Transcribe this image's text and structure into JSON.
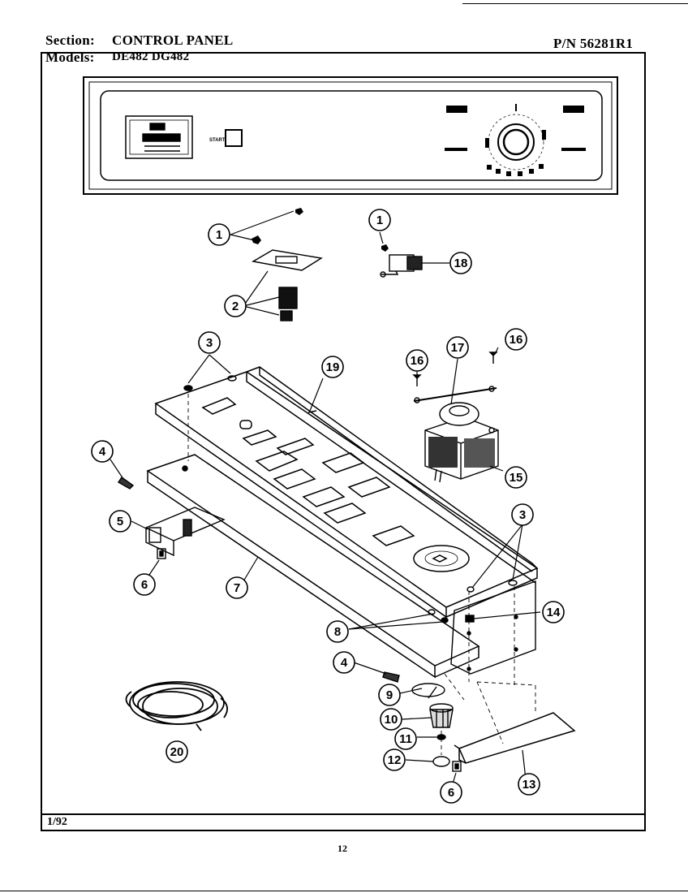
{
  "header": {
    "section_label": "Section:",
    "section_value": "CONTROL PANEL",
    "models_label": "Models:",
    "models_value": "DE482  DG482",
    "part_number": "P/N 56281R1"
  },
  "footer": {
    "date": "1/92",
    "page": "12"
  },
  "panel": {
    "start_label": "START"
  },
  "callouts": [
    "1",
    "1",
    "2",
    "3",
    "3",
    "4",
    "4",
    "5",
    "6",
    "6",
    "7",
    "8",
    "9",
    "10",
    "11",
    "12",
    "13",
    "14",
    "15",
    "16",
    "16",
    "17",
    "18",
    "19",
    "20"
  ]
}
